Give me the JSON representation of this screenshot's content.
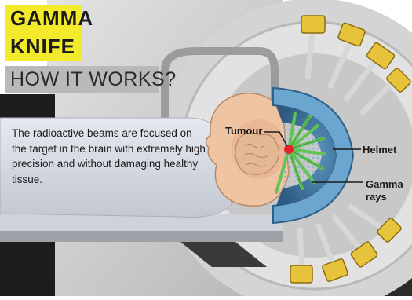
{
  "title": {
    "line1": "GAMMA",
    "line2": "KNIFE"
  },
  "subtitle": "HOW IT WORKS?",
  "description": "The radioactive beams are focused on the target in the brain with extremely high precision and without damaging healthy tissue.",
  "labels": {
    "tumour": "Tumour",
    "helmet": "Helmet",
    "gamma_rays": "Gamma rays"
  },
  "colors": {
    "title_bg": "#f4ea2c",
    "subtitle_bg": "#b9b9b9",
    "description_bg": "#d9dde6",
    "helmet": "#6aa6cf",
    "helmet_inner": "#2f5f86",
    "beam": "#63c256",
    "collimator": "#e6c33a",
    "skin": "#eec4a2",
    "machine": "#cfcfcf"
  }
}
